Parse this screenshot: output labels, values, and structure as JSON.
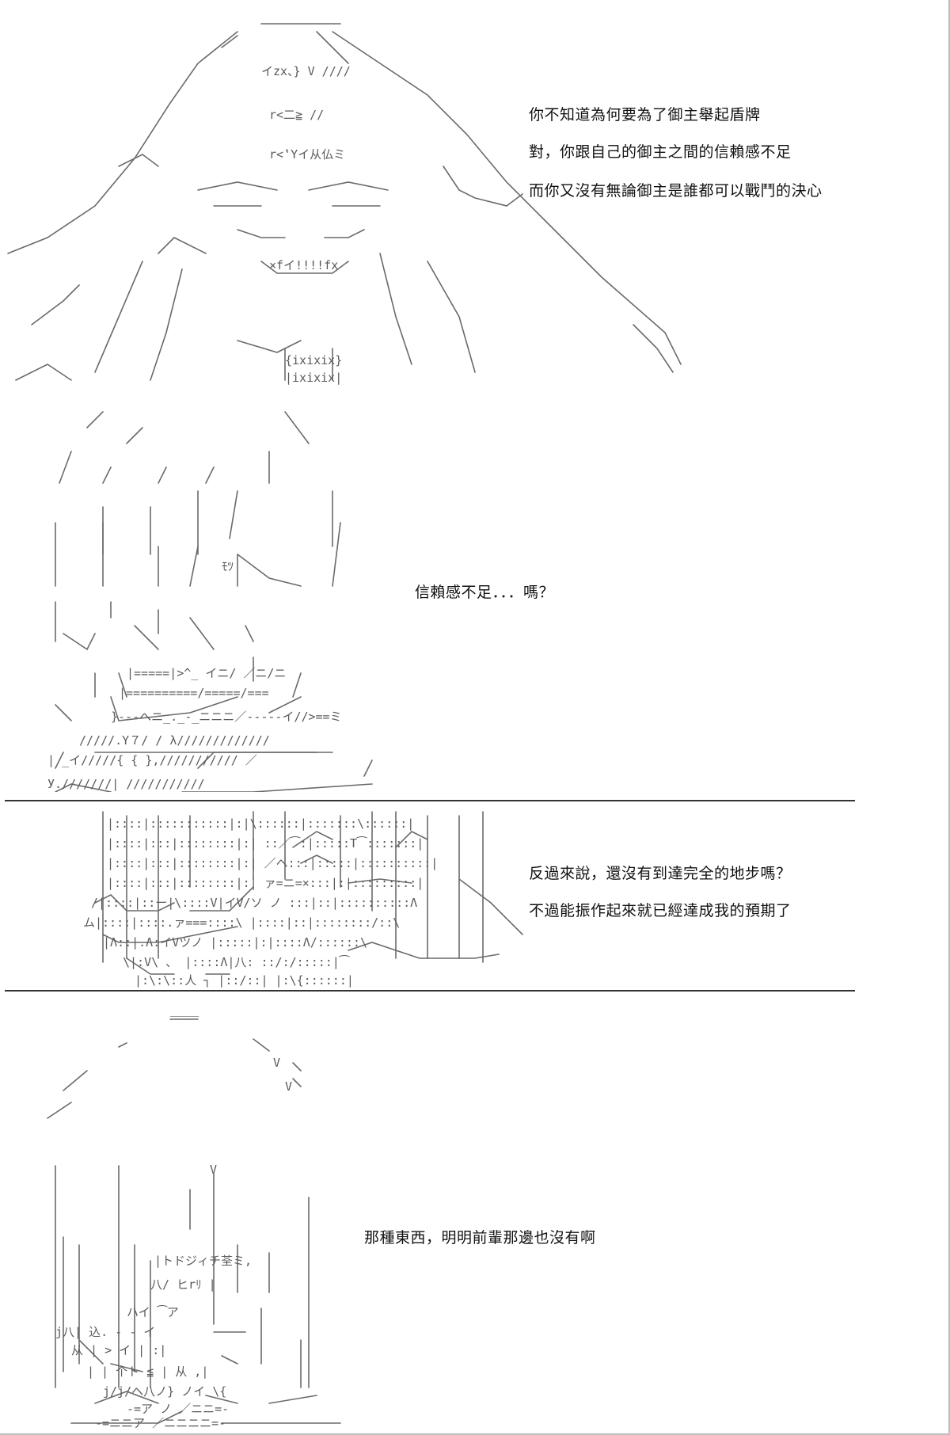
{
  "panels": [
    {
      "lines": [
        "你不知道為何要為了御主舉起盾牌",
        "對，你跟自己的御主之間的信賴感不足",
        "而你又沒有無論御主是誰都可以戰鬥的決心"
      ]
    },
    {
      "lines": [
        "信賴感不足．．．嗎？"
      ]
    },
    {
      "lines": [
        "反過來說，還沒有到達完全的地步嗎？",
        "不過能振作起來就已經達成我的預期了"
      ]
    },
    {
      "lines": [
        "那種東西，明明前輩那邊也沒有啊"
      ]
    }
  ],
  "icons": [
    "ascii-art-figure-hood",
    "ascii-art-figure-standing",
    "ascii-art-closeup-eyes",
    "ascii-art-figure-girl"
  ]
}
